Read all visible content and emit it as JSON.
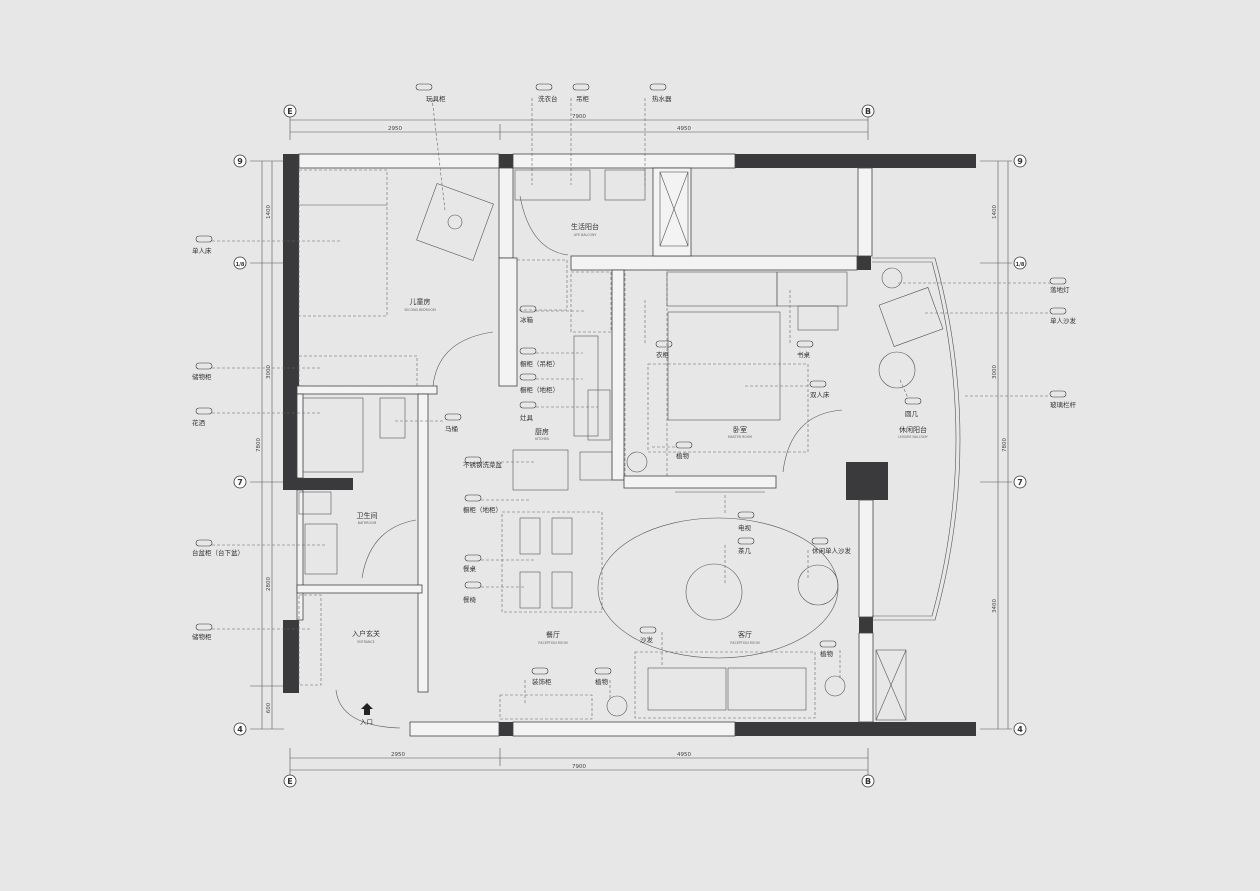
{
  "grid": {
    "top": [
      "E",
      "B"
    ],
    "bottom": [
      "E",
      "B"
    ],
    "left": [
      "9",
      "1/8",
      "7",
      "4"
    ],
    "right": [
      "9",
      "1/8",
      "7",
      "4"
    ]
  },
  "dimensions": {
    "top_total": "7900",
    "top_segments": [
      "2950",
      "4950"
    ],
    "bottom_total": "7900",
    "bottom_segments": [
      "2950",
      "4950"
    ],
    "left_total": "7800",
    "left_segments": [
      "1400",
      "3000",
      "2800",
      "600"
    ],
    "right_total": "7800",
    "right_segments": [
      "1400",
      "3000",
      "3400"
    ]
  },
  "rooms": [
    {
      "zh": "儿童房",
      "en": "SECOND BEDROOM"
    },
    {
      "zh": "生活阳台",
      "en": "LIFE BALCONY"
    },
    {
      "zh": "厨房",
      "en": "KITCHEN"
    },
    {
      "zh": "卧室",
      "en": "MASTER ROOM"
    },
    {
      "zh": "休闲阳台",
      "en": "LEISURE BALCONY"
    },
    {
      "zh": "卫生间",
      "en": "BATHROOM"
    },
    {
      "zh": "入户玄关",
      "en": "ENTRANCE"
    },
    {
      "zh": "餐厅",
      "en": "RECEPTION ROOM"
    },
    {
      "zh": "客厅",
      "en": "RECEPTION ROOM"
    }
  ],
  "annotations": {
    "toy_shelf": "玩具柜",
    "washbasin": "洗衣台",
    "hanger": "吊柜",
    "water_heater": "热水器",
    "single_bed": "单人床",
    "storage_left": "储物柜",
    "shower": "花洒",
    "toilet": "马桶",
    "fridge": "冰箱",
    "wall_cabinet": "橱柜（吊柜）",
    "floor_cabinet": "橱柜（地柜）",
    "stove": "灶具",
    "sink": "不锈钢洗菜盆",
    "floor_cabinet2": "橱柜（地柜）",
    "vanity": "台盆柜（台下盆）",
    "storage_entry": "储物柜",
    "wardrobe": "衣柜",
    "desk": "书桌",
    "double_bed": "双人床",
    "plant_bed": "植物",
    "tv": "电视",
    "tea_table": "茶几",
    "leisure_sofa": "休闲单人沙发",
    "dining_table": "餐桌",
    "dining_chair": "餐椅",
    "sofa": "沙发",
    "plant_living": "植物",
    "display_cabinet": "装饰柜",
    "plant_dining": "植物",
    "floor_lamp": "落地灯",
    "single_sofa": "单人沙发",
    "glass_railing": "玻璃栏杆",
    "side_table": "圆几",
    "entry": "入口"
  }
}
